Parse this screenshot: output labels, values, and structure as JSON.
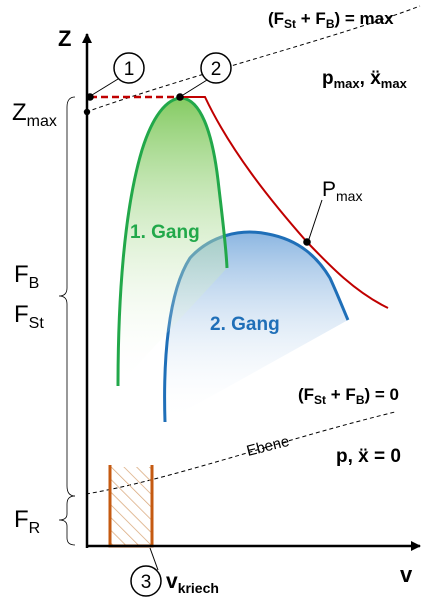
{
  "axes": {
    "y_label": "Z",
    "x_label": "v"
  },
  "markers": [
    "1",
    "2",
    "3"
  ],
  "labels": {
    "z_max": {
      "main": "Z",
      "sub": "max"
    },
    "p_max": {
      "main": "P",
      "sub": "max"
    },
    "f_b": {
      "main": "F",
      "sub": "B"
    },
    "f_st": {
      "main": "F",
      "sub": "St"
    },
    "f_r": {
      "main": "F",
      "sub": "R"
    },
    "v_kriech": {
      "main": "v",
      "sub": "kriech"
    }
  },
  "gears": {
    "gear1": "1. Gang",
    "gear2": "2. Gang"
  },
  "conditions": {
    "top": {
      "open": "(F",
      "st_sub": "St",
      "plus": " + F",
      "b_sub": "B",
      "close": ") = max"
    },
    "top_result": {
      "p": "p",
      "p_sub": "max",
      "sep": ", ",
      "x": "ẍ",
      "x_sub": "max"
    },
    "bottom": {
      "open": "(F",
      "st_sub": "St",
      "plus": " + F",
      "b_sub": "B",
      "close": ") = 0"
    },
    "bottom_result": "p, ẍ = 0"
  },
  "ebene_label": "Ebene",
  "colors": {
    "gear1": "#22a84a",
    "gear2": "#1f6fb8",
    "traction_limit": "#c00000",
    "creep_box": "#c55a11"
  }
}
